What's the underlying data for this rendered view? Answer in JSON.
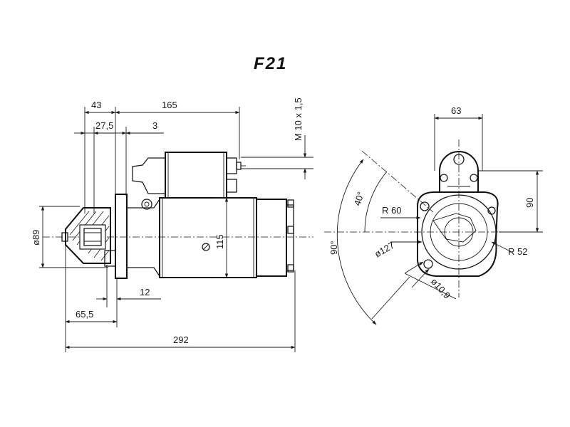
{
  "title": "F21",
  "side_view": {
    "dim_43": "43",
    "dim_165": "165",
    "dim_27_5": "27,5",
    "dim_3": "3",
    "dim_thread": "M 10 x 1,5",
    "dim_dia89": "ø89",
    "dim_115": "115",
    "dim_12": "12",
    "dim_65_5": "65,5",
    "dim_292": "292"
  },
  "end_view": {
    "dim_63": "63",
    "dim_40deg": "40°",
    "dim_90deg": "90°",
    "dim_90": "90",
    "dim_r60": "R 60",
    "dim_dia127": "ø127",
    "dim_r52": "R 52",
    "dim_dia10_9": "ø10,9"
  }
}
